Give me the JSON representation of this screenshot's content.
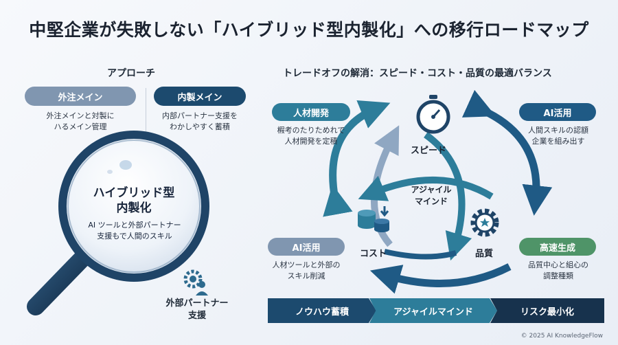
{
  "title": "中堅企業が失敗しない「ハイブリッド型内製化」への移行ロードマップ",
  "left": {
    "heading": "アプローチ",
    "outsourcing": {
      "label": "外注メイン",
      "desc": [
        "外注メインと対製に",
        "ハるメイン管理"
      ]
    },
    "inhouse": {
      "label": "内製メイン",
      "desc": [
        "内部パートナー支援を",
        "わかしやすく蓄積"
      ]
    },
    "lens": {
      "title": [
        "ハイブリッド型",
        "内製化"
      ],
      "desc": [
        "AI ツールと外部パートナー",
        "支援もで人間のスキル"
      ]
    },
    "partner": {
      "label": [
        "外部パートナー",
        "支援"
      ]
    }
  },
  "right": {
    "heading": "トレードオフの解消：スピード・コスト・品質の最適バランス",
    "center": [
      "アジャイル",
      "マインド"
    ],
    "nodes": {
      "speed": "スピード",
      "cost": "コスト",
      "quality": "品質"
    },
    "cards": {
      "talent": {
        "label": "人材開発",
        "desc": [
          "椵考のたりためれで",
          "人材開発を定積"
        ]
      },
      "ai_top": {
        "label": "AI活用",
        "desc": [
          "人間スキルの認額",
          "企業を組み出す"
        ]
      },
      "ai_bottom": {
        "label": "AI活用",
        "desc": [
          "人材ツールと外部の",
          "スキル削減"
        ]
      },
      "fast": {
        "label": "高速生成",
        "desc": [
          "品質中心と組心の",
          "調整種類"
        ]
      }
    }
  },
  "steps": [
    "ノウハウ蓄積",
    "アジャイルマインド",
    "リスク最小化"
  ],
  "footer": "© 2025 AI KnowledgeFlow",
  "colors": {
    "navy": "#1c4a6e",
    "teal": "#2d7d9a",
    "gray_blue": "#8096b0",
    "green": "#4f9468",
    "dark": "#17324d"
  },
  "icons": [
    "magnifier-icon",
    "stopwatch-icon",
    "coin-stack-icon",
    "gear-icon",
    "partner-gear-icon",
    "cycle-arrow-icon"
  ]
}
